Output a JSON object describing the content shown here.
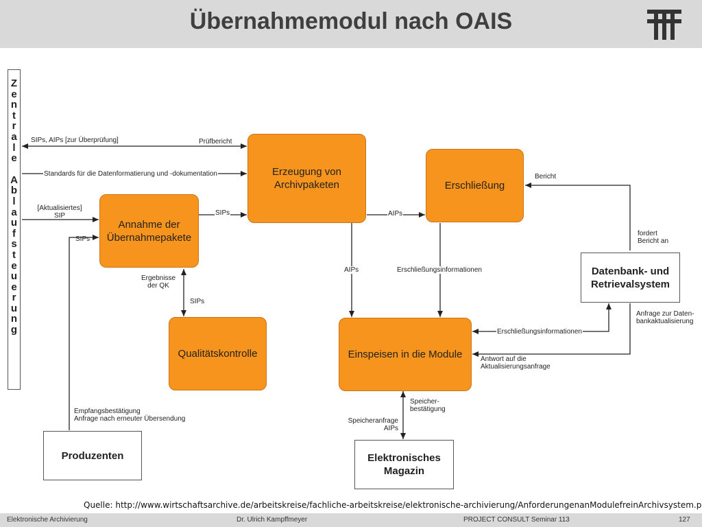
{
  "header": {
    "title": "Übernahmemodul nach OAIS"
  },
  "sidebar": {
    "letters_top": [
      "Z",
      "e",
      "n",
      "t",
      "r",
      "a",
      "l",
      "e"
    ],
    "letters_bottom": [
      "A",
      "b",
      "l",
      "a",
      "u",
      "f",
      "s",
      "t",
      "e",
      "u",
      "e",
      "r",
      "u",
      "n",
      "g"
    ]
  },
  "nodes": {
    "annahme": {
      "line1": "Annahme der",
      "line2": "Übernahmepakete"
    },
    "erzeugung": {
      "line1": "Erzeugung von",
      "line2": "Archivpaketen"
    },
    "erschliessung": {
      "line1": "Erschließung"
    },
    "qualitaet": {
      "line1": "Qualitätskontrolle"
    },
    "einspeisen": {
      "line1": "Einspeisen in die Module"
    },
    "datenbank": {
      "line1": "Datenbank- und",
      "line2": "Retrievalsystem"
    },
    "produzenten": {
      "line1": "Produzenten"
    },
    "magazin": {
      "line1": "Elektronisches",
      "line2": "Magazin"
    }
  },
  "edges": {
    "sips_aips_pruefung": "SIPs, AIPs [zur Überprüfung]",
    "pruefbericht": "Prüfbericht",
    "standards": "Standards für die Datenformatierung und -dokumentation",
    "aktualisiertes_1": "[Aktualisiertes]",
    "aktualisiertes_2": "SIP",
    "sips_annahme_erzeugung": "SIPs",
    "aips_erzeugung_erschliessung": "AIPs",
    "bericht": "Bericht",
    "sips_produzent": "SIPs",
    "fordert_1": "fordert",
    "fordert_2": "Bericht an",
    "ergebnisse_1": "Ergebnisse",
    "ergebnisse_2": "der QK",
    "sips_qk": "SIPs",
    "aips_einspeisen": "AIPs",
    "erschliessungsinfo_1": "Erschließungsinformationen",
    "anfrage_1": "Anfrage zur Daten-",
    "anfrage_2": "bankaktualisierung",
    "erschliessungsinfo_2": "Erschließungsinformationen",
    "antwort_1": "Antwort auf die",
    "antwort_2": "Aktualisierungsanfrage",
    "speicher_1": "Speicher-",
    "speicher_2": "bestätigung",
    "speicheranfrage_1": "Speicheranfrage",
    "speicheranfrage_2": "AIPs",
    "empfang_1": "Empfangsbestätigung",
    "empfang_2": "Anfrage nach erneuter Übersendung"
  },
  "source": "Quelle: http://www.wirtschaftsarchive.de/arbeitskreise/fachliche-arbeitskreise/elektronische-archivierung/AnforderungenanModulefreinArchivsystem.pdf",
  "footer": {
    "left": "Elektronische Archivierung",
    "center": "Dr. Ulrich Kampffmeyer",
    "right": "PROJECT CONSULT Seminar 113",
    "page": "127"
  },
  "colors": {
    "accent": "#f7941d",
    "header_bg": "#d9d9d9"
  }
}
